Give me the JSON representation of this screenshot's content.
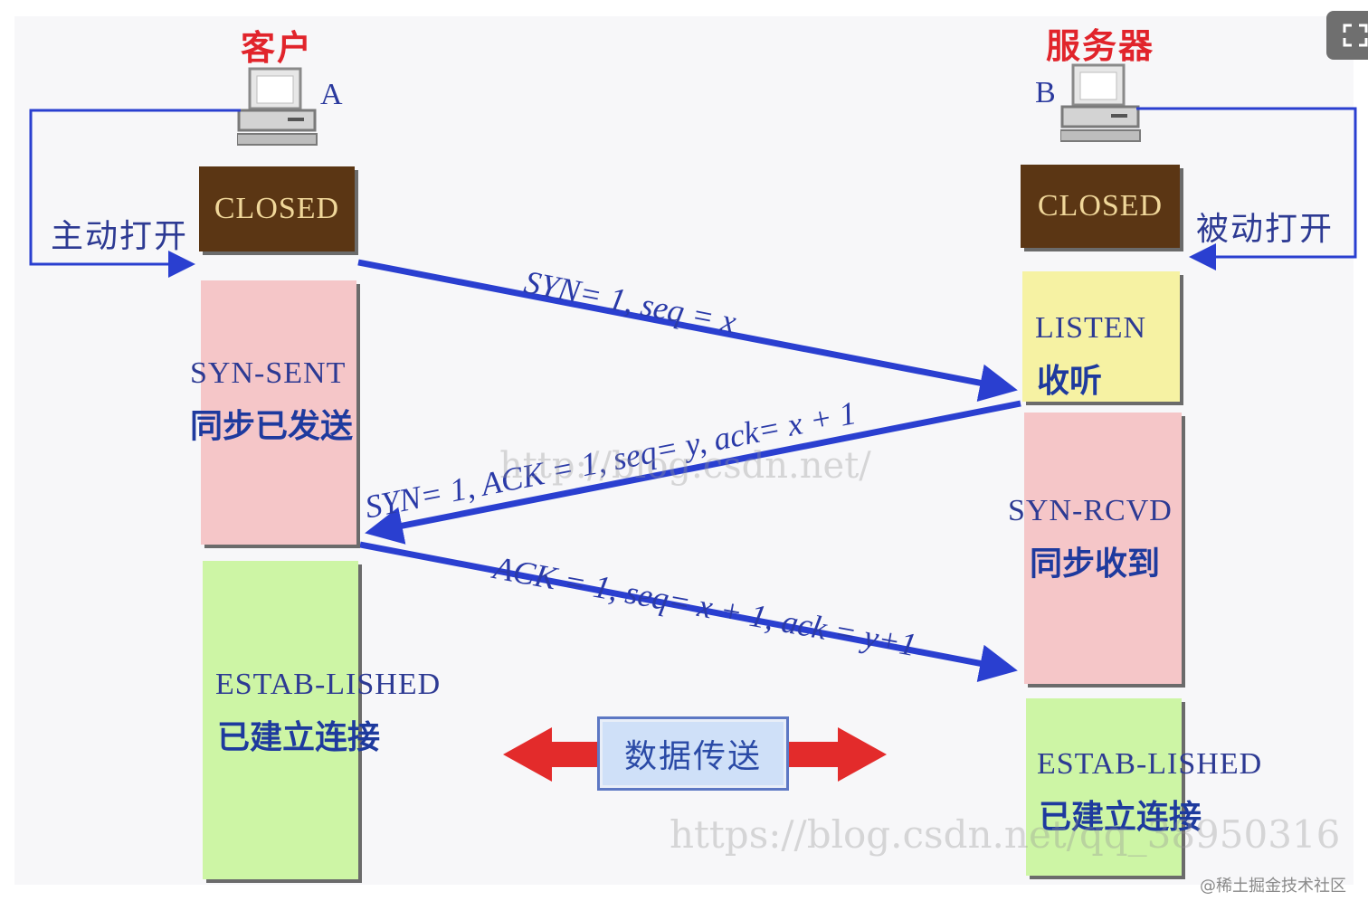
{
  "client": {
    "title": "客户",
    "letter": "A",
    "open_label": "主动打开"
  },
  "server": {
    "title": "服务器",
    "letter": "B",
    "open_label": "被动打开"
  },
  "client_states": {
    "closed": "CLOSED",
    "syn_sent_en": "SYN-SENT",
    "syn_sent_zh": "同步已发送",
    "established_en": "ESTAB-LISHED",
    "established_zh": "已建立连接"
  },
  "server_states": {
    "closed": "CLOSED",
    "listen_en": "LISTEN",
    "listen_zh": "收听",
    "syn_rcvd_en": "SYN-RCVD",
    "syn_rcvd_zh": "同步收到",
    "established_en": "ESTAB-LISHED",
    "established_zh": "已建立连接"
  },
  "messages": {
    "syn": "SYN= 1, seq = x",
    "syn_ack": "SYN= 1, ACK = 1, seq= y, ack= x + 1",
    "ack": "ACK = 1, seq= x + 1, ack = y+1"
  },
  "data_transfer": "数据传送",
  "watermarks": {
    "center": "http://blog.csdn.net/",
    "bottom": "https://blog.csdn.net/qq_38950316"
  },
  "corner_credit": "@稀土掘金技术社区",
  "colors": {
    "arrow_blue": "#2a3fd0",
    "closed_brown": "#5b3614",
    "syn_pink": "#f5c6c8",
    "listen_yellow": "#f6f2a3",
    "established_green": "#cdf5a5",
    "data_arrow_red": "#e32b2b",
    "title_red": "#e1242b"
  }
}
